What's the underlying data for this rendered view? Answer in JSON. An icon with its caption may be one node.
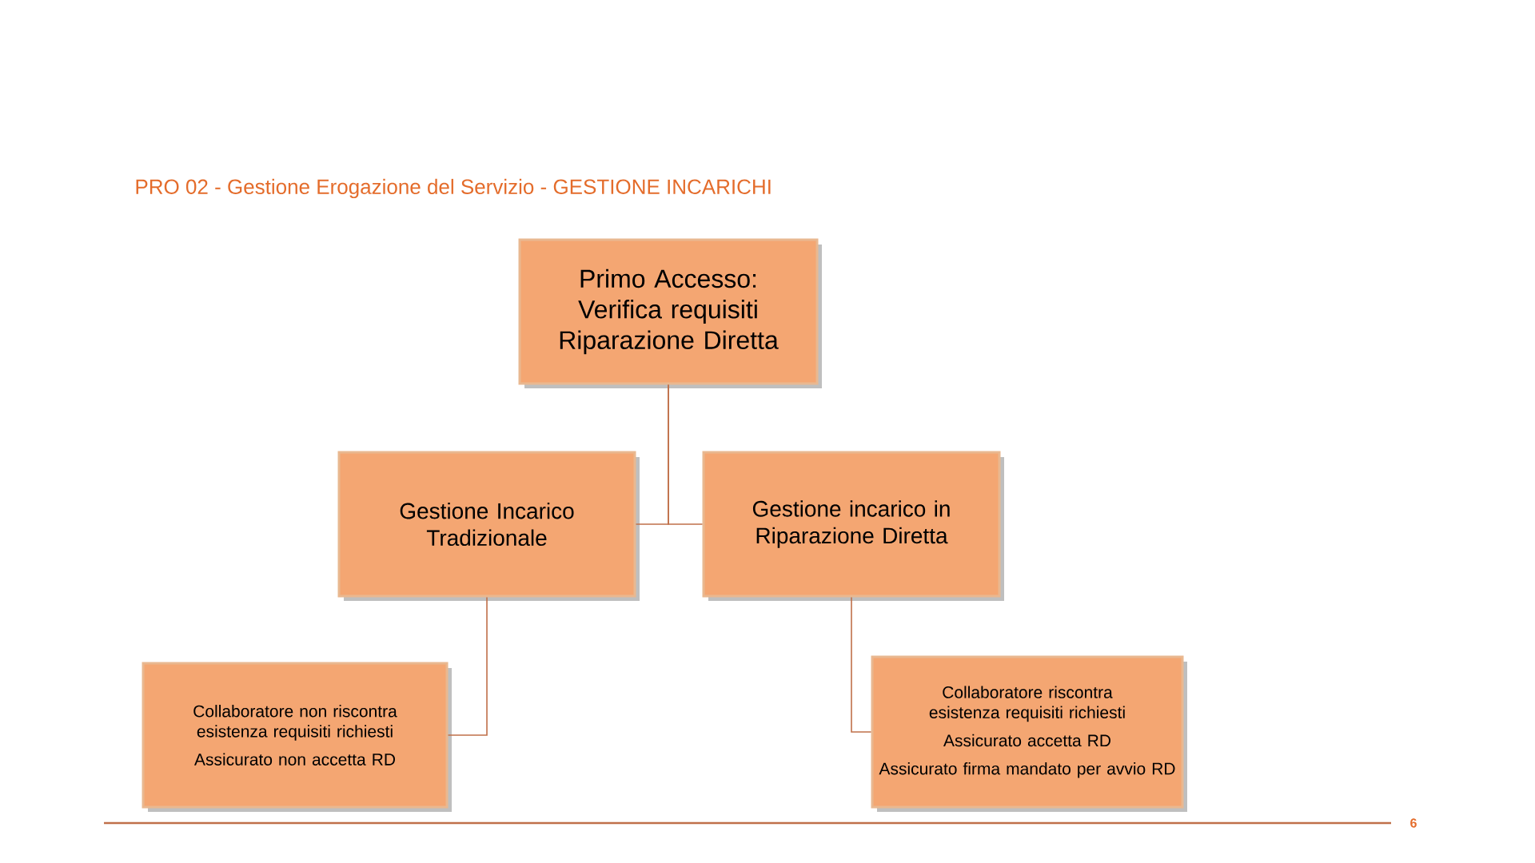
{
  "diagram": {
    "title": "PRO 02  - Gestione Erogazione del Servizio - GESTIONE INCARICHI",
    "nodes": [
      {
        "text": [
          "Primo Accesso: Verifica requisiti Riparazione Diretta"
        ]
      },
      {
        "text": [
          "Gestione Incarico Tradizionale"
        ]
      },
      {
        "text": [
          "Gestione incarico in Riparazione Diretta"
        ]
      },
      {
        "text": [
          "Collaboratore non riscontra esistenza requisiti richiesti",
          "Assicurato non accetta RD"
        ]
      },
      {
        "text": [
          "Collaboratore riscontra esistenza requisiti richiesti",
          "Assicurato  accetta RD",
          "Assicurato firma mandato per avvio RD"
        ]
      }
    ],
    "edges": [
      {
        "from": 0,
        "to": 1,
        "arrow": "none"
      },
      {
        "from": 0,
        "to": 2,
        "arrow": "none"
      },
      {
        "from": 1,
        "to": 3,
        "arrow": "none"
      },
      {
        "from": 2,
        "to": 4,
        "arrow": "none"
      }
    ],
    "labels": [
      "6"
    ]
  }
}
